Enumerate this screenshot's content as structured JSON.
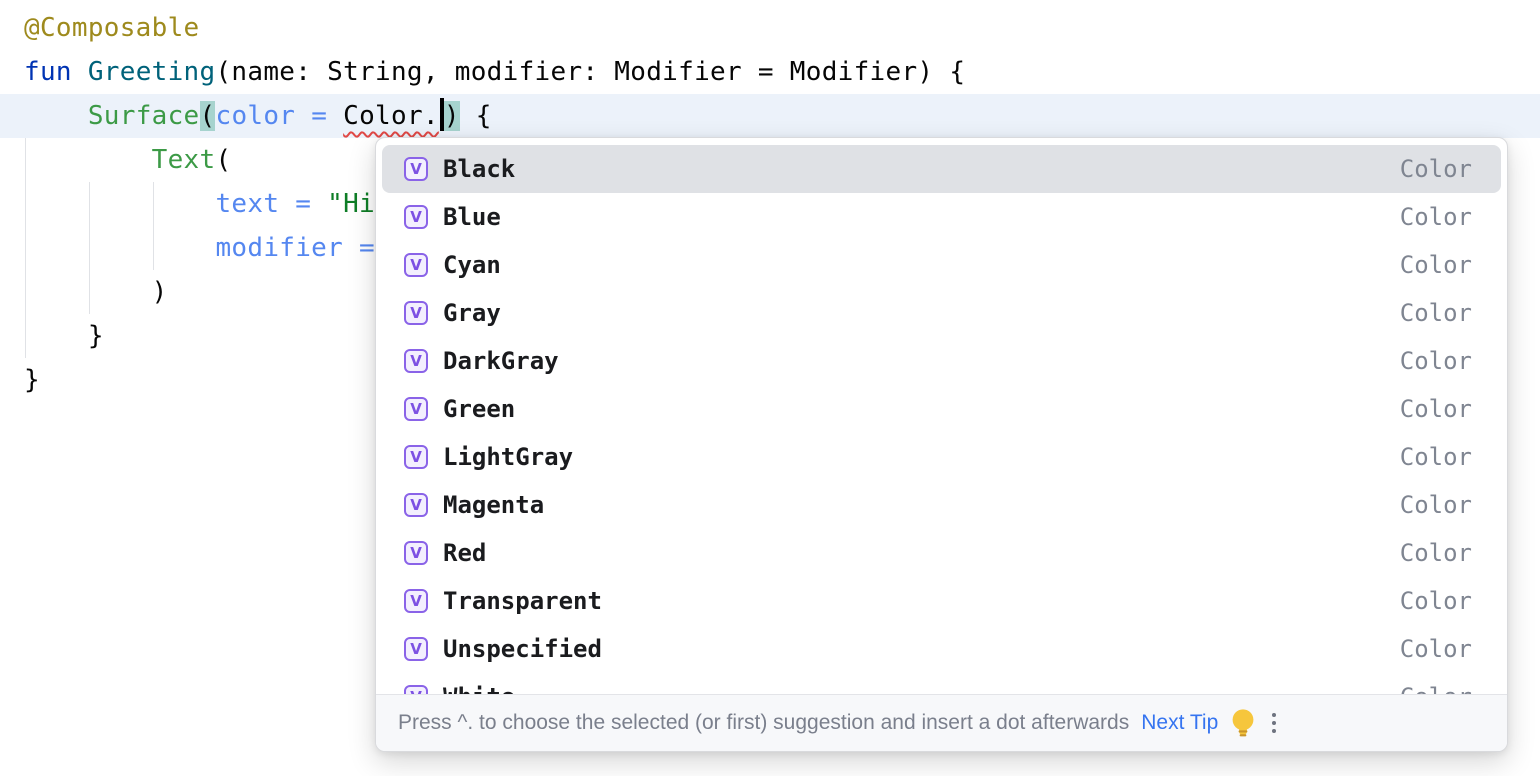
{
  "editor": {
    "current_line_index": 2,
    "lines": [
      {
        "segments": [
          {
            "text": "@Composable",
            "style": "annotation"
          }
        ]
      },
      {
        "segments": [
          {
            "text": "fun ",
            "style": "keyword"
          },
          {
            "text": "Greeting",
            "style": "funcdecl"
          },
          {
            "text": "(name: String, modifier: Modifier = Modifier) {",
            "style": "plain"
          }
        ]
      },
      {
        "segments": [
          {
            "text": "    ",
            "style": "plain"
          },
          {
            "text": "Surface",
            "style": "call"
          },
          {
            "text": "(",
            "style": "paren"
          },
          {
            "text": "color = ",
            "style": "arg"
          },
          {
            "text": "Color.",
            "style": "error"
          },
          {
            "text": "",
            "style": "caret"
          },
          {
            "text": ")",
            "style": "paren"
          },
          {
            "text": " {",
            "style": "plain"
          }
        ]
      },
      {
        "segments": [
          {
            "text": "        ",
            "style": "plain"
          },
          {
            "text": "Text",
            "style": "call"
          },
          {
            "text": "(",
            "style": "plain"
          }
        ]
      },
      {
        "segments": [
          {
            "text": "            ",
            "style": "plain"
          },
          {
            "text": "text = ",
            "style": "arg"
          },
          {
            "text": "\"Hi,",
            "style": "string"
          }
        ]
      },
      {
        "segments": [
          {
            "text": "            ",
            "style": "plain"
          },
          {
            "text": "modifier = ",
            "style": "arg"
          }
        ]
      },
      {
        "segments": [
          {
            "text": "        )",
            "style": "plain"
          }
        ]
      },
      {
        "segments": [
          {
            "text": "    }",
            "style": "plain"
          }
        ]
      },
      {
        "segments": [
          {
            "text": "}",
            "style": "plain"
          }
        ]
      }
    ]
  },
  "popup": {
    "selected_index": 0,
    "icon_letter": "V",
    "items": [
      {
        "name": "Black",
        "type": "Color"
      },
      {
        "name": "Blue",
        "type": "Color"
      },
      {
        "name": "Cyan",
        "type": "Color"
      },
      {
        "name": "Gray",
        "type": "Color"
      },
      {
        "name": "DarkGray",
        "type": "Color"
      },
      {
        "name": "Green",
        "type": "Color"
      },
      {
        "name": "LightGray",
        "type": "Color"
      },
      {
        "name": "Magenta",
        "type": "Color"
      },
      {
        "name": "Red",
        "type": "Color"
      },
      {
        "name": "Transparent",
        "type": "Color"
      },
      {
        "name": "Unspecified",
        "type": "Color"
      },
      {
        "name": "White",
        "type": "Color"
      }
    ],
    "footer": {
      "hint": "Press ^. to choose the selected (or first) suggestion and insert a dot afterwards",
      "link": "Next Tip"
    }
  },
  "colors": {
    "link_blue": "#3574F0",
    "selection_gray": "#DFE1E5",
    "icon_purple": "#8A63E8",
    "error_squiggle_red": "#E04946",
    "paren_match_teal": "#A6D3CE",
    "current_line_blue": "#ECF2FA",
    "annotation_olive": "#9E8A1D",
    "keyword_blue": "#0033B3",
    "function_decl_teal": "#00627A",
    "composable_call_green": "#3C9A46",
    "named_arg_blue": "#5587F0",
    "string_green": "#0E7D26",
    "lightbulb_yellow": "#F6C63C"
  }
}
